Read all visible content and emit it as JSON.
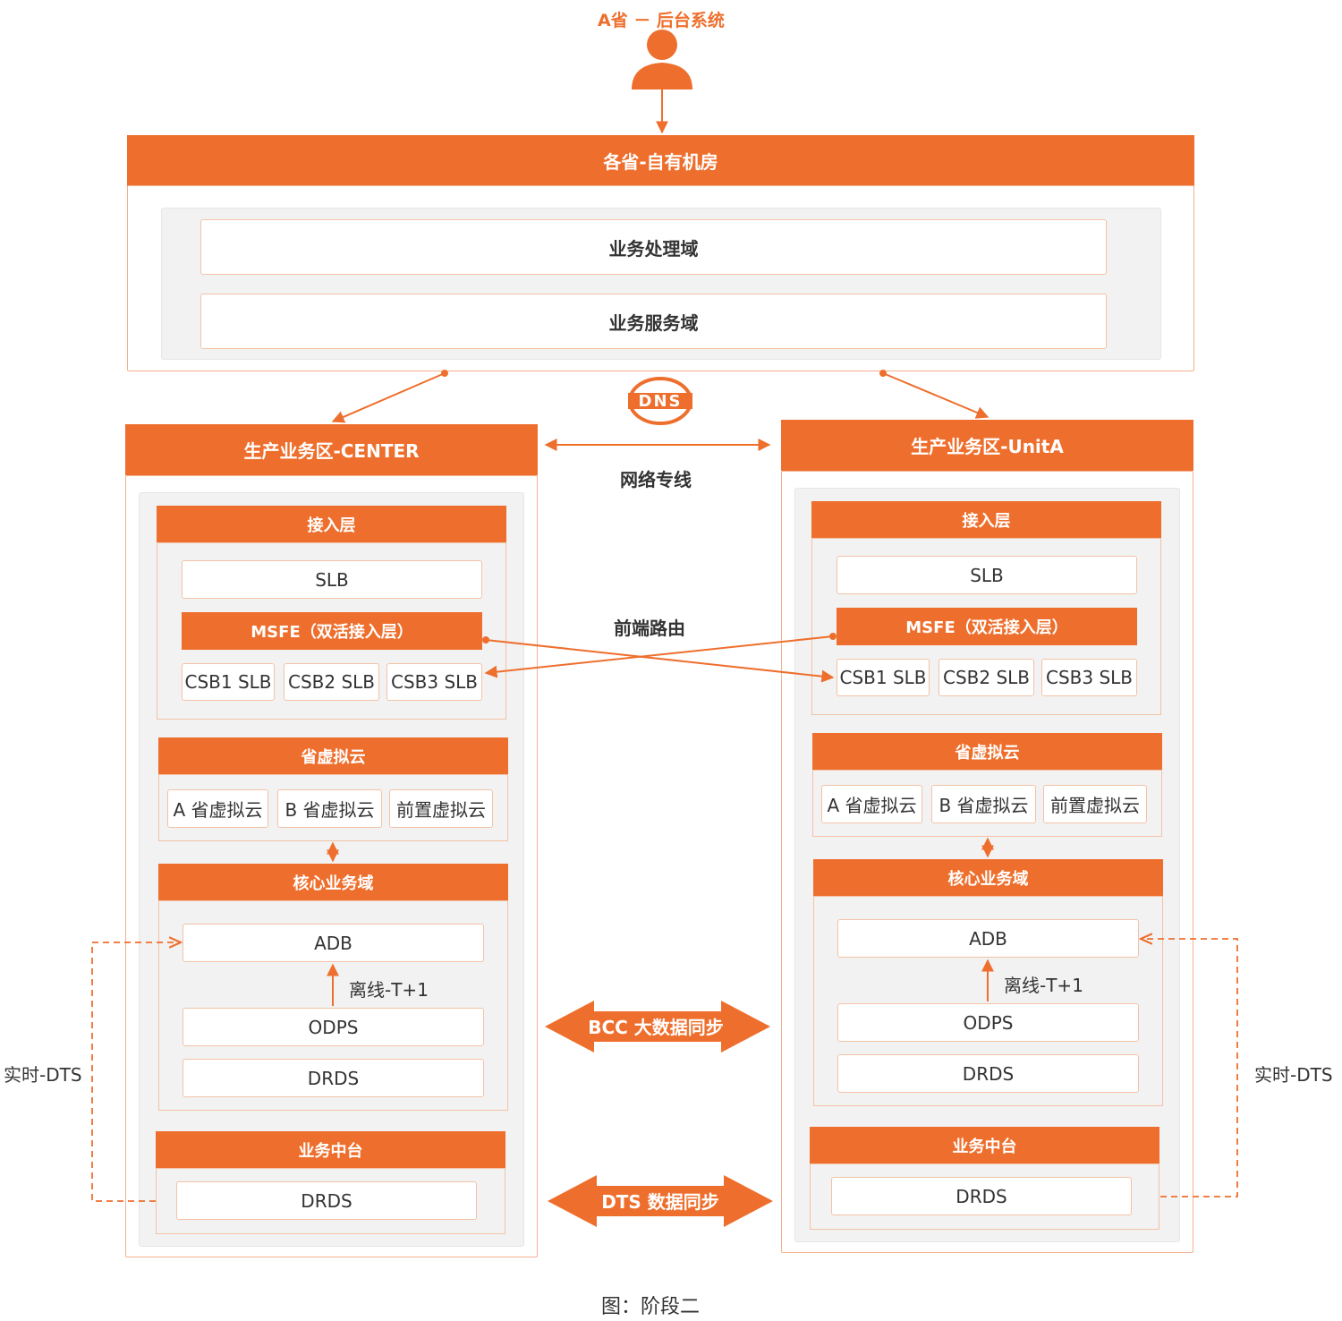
{
  "colors": {
    "accent": "#ee6f2d",
    "border": "#f3c2a6",
    "panel_gray": "#f2f2f2"
  },
  "user": {
    "label": "A省 － 后台系统",
    "icon": "user-icon"
  },
  "province_room": {
    "title": "各省-自有机房",
    "domains": [
      "业务处理域",
      "业务服务域"
    ]
  },
  "dns_logo_text": "DNS",
  "links": {
    "dedicated_line": "网络专线",
    "frontend_routing": "前端路由",
    "realtime_dts_left": "实时-DTS",
    "realtime_dts_right": "实时-DTS",
    "bcc_sync": "BCC 大数据同步",
    "dts_sync": "DTS 数据同步"
  },
  "zones": {
    "center": {
      "title": "生产业务区-CENTER",
      "access": {
        "title": "接入层",
        "slb": "SLB",
        "msfe": "MSFE（双活接入层）",
        "csb": [
          "CSB1 SLB",
          "CSB2 SLB",
          "CSB3 SLB"
        ]
      },
      "vcloud": {
        "title": "省虚拟云",
        "items": [
          "A 省虚拟云",
          "B 省虚拟云",
          "前置虚拟云"
        ]
      },
      "core": {
        "title": "核心业务域",
        "adb": "ADB",
        "offline": "离线-T+1",
        "odps": "ODPS",
        "drds": "DRDS"
      },
      "middle": {
        "title": "业务中台",
        "drds": "DRDS"
      }
    },
    "unita": {
      "title": "生产业务区-UnitA",
      "access": {
        "title": "接入层",
        "slb": "SLB",
        "msfe": "MSFE（双活接入层）",
        "csb": [
          "CSB1 SLB",
          "CSB2 SLB",
          "CSB3 SLB"
        ]
      },
      "vcloud": {
        "title": "省虚拟云",
        "items": [
          "A 省虚拟云",
          "B 省虚拟云",
          "前置虚拟云"
        ]
      },
      "core": {
        "title": "核心业务域",
        "adb": "ADB",
        "offline": "离线-T+1",
        "odps": "ODPS",
        "drds": "DRDS"
      },
      "middle": {
        "title": "业务中台",
        "drds": "DRDS"
      }
    }
  },
  "caption": "图：阶段二"
}
